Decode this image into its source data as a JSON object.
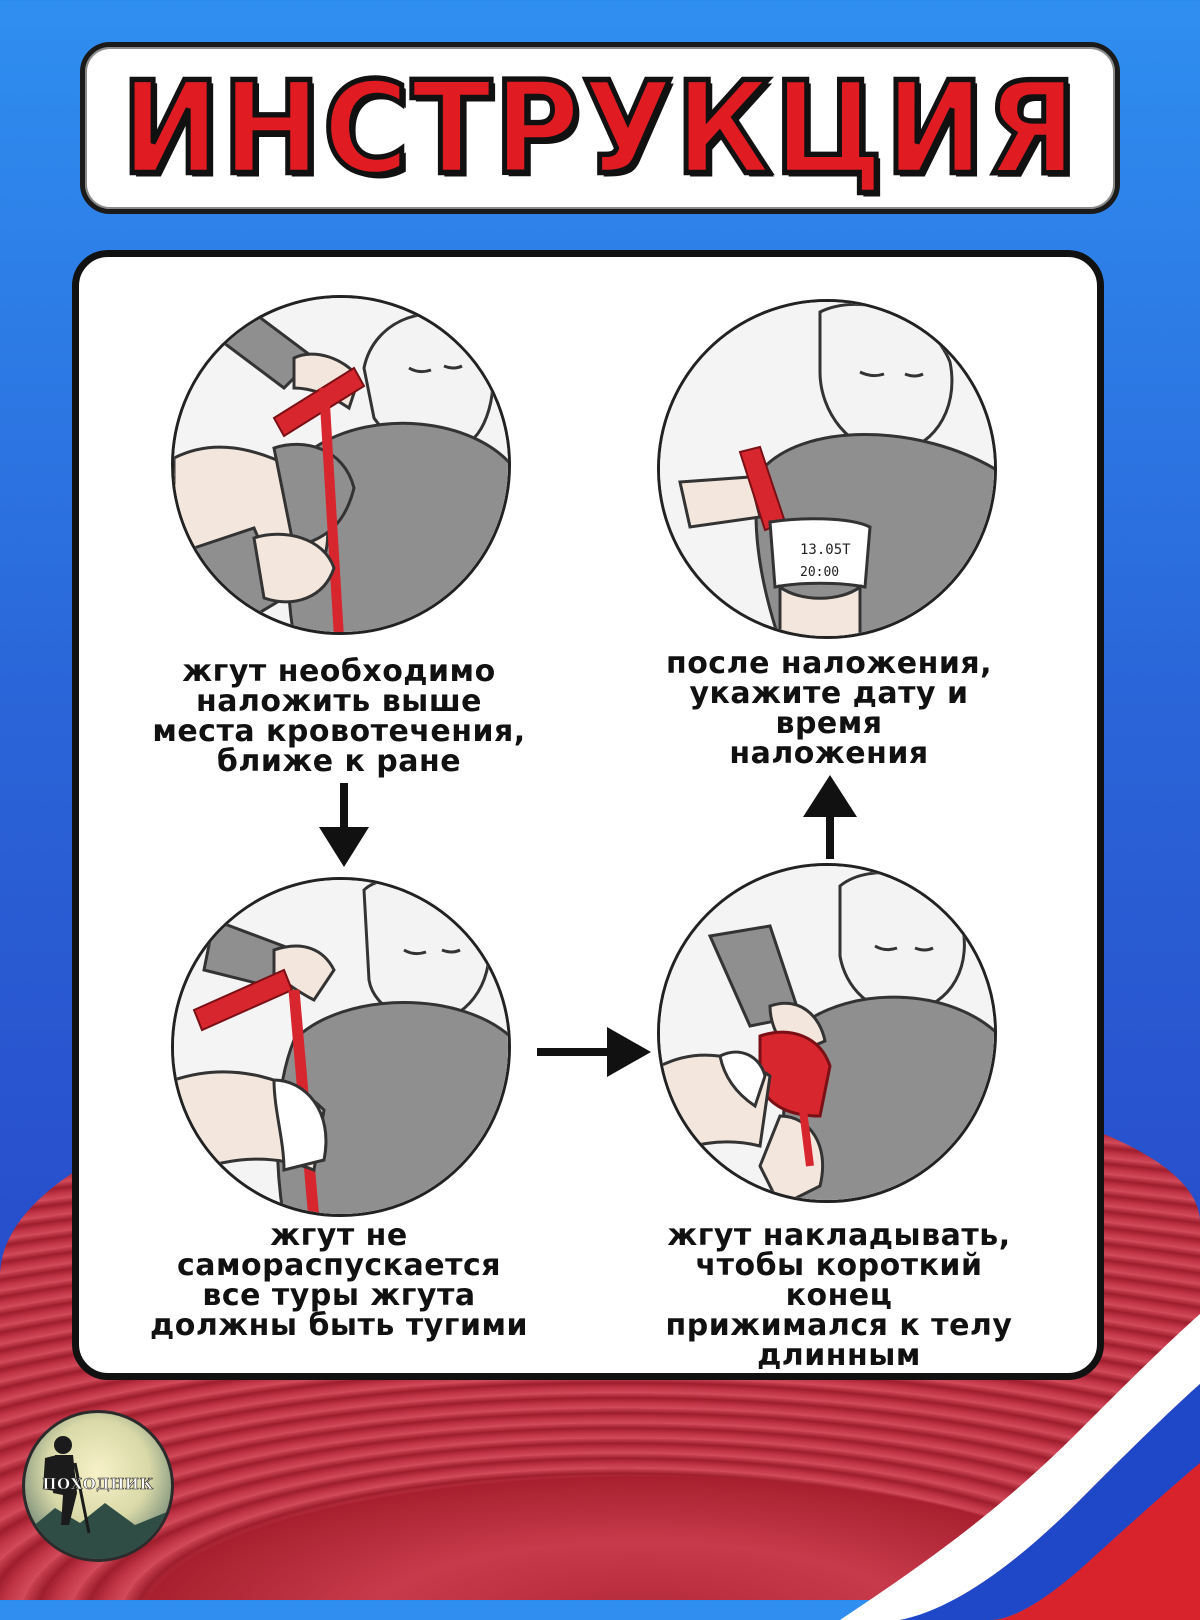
{
  "title": "ИНСТРУКЦИЯ",
  "steps": [
    {
      "id": 1,
      "lines": [
        "жгут необходимо",
        "наложить выше",
        "места кровотечения,",
        "ближе к ране"
      ]
    },
    {
      "id": 2,
      "lines": [
        "жгут не",
        "самораспускается",
        "все туры жгута",
        "должны быть тугими"
      ]
    },
    {
      "id": 3,
      "lines": [
        "жгут накладывать,",
        "чтобы короткий",
        "конец",
        "прижимался к телу",
        "длинным"
      ]
    },
    {
      "id": 4,
      "lines": [
        "после наложения,",
        "укажите дату и",
        "время",
        "наложения"
      ]
    }
  ],
  "tag_text": [
    "13.05Т",
    "20:00"
  ],
  "logo": {
    "text": "ПОХОДНИК"
  },
  "colors": {
    "title_red": "#e01b22",
    "tourniquet_red": "#d8262e",
    "shirt_gray": "#8f8f8f",
    "flag_white": "#ffffff",
    "flag_blue": "#1f48c8",
    "flag_red": "#d9232c"
  },
  "icons": {
    "down": "arrow-down-icon",
    "right": "arrow-right-icon",
    "up": "arrow-up-icon"
  }
}
